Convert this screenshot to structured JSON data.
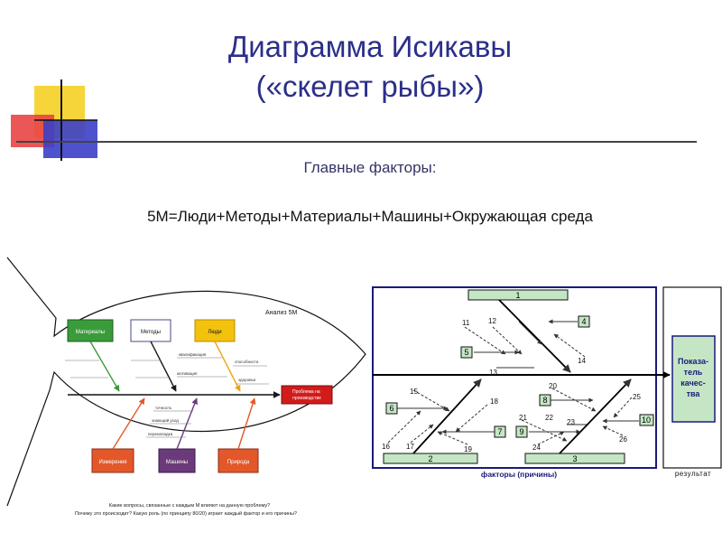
{
  "slide": {
    "title_line1": "Диаграмма Исикавы",
    "title_line2": "(«скелет рыбы»)",
    "subtitle": "Главные факторы:",
    "formula": "5M=Люди+Методы+Материалы+Машины+Окружающая среда"
  },
  "fish": {
    "header": "Анализ 5M",
    "categories_top": [
      "Материалы",
      "Методы",
      "Люди"
    ],
    "categories_bottom": [
      "Измерения",
      "Машины",
      "Природа"
    ],
    "problem": "Проблема на производстве",
    "sub_causes": [
      "квалификация",
      "мотивация",
      "способности",
      "здоровье",
      "точность",
      "знающий уход",
      "переналадка"
    ],
    "question_line1": "Какие вопросы, связанные с каждым М влияют на данную проблему?",
    "question_line2": "Почему это происходит? Какую роль (по принципу 80/20) играет каждый фактор и его причины?"
  },
  "ishikawa": {
    "top_box": "1",
    "bottom_boxes": [
      "2",
      "3"
    ],
    "result_box_lines": [
      "Показа-",
      "тель",
      "качес-",
      "тва"
    ],
    "factors_label": "факторы (причины)",
    "result_label": "результат",
    "boxed_numbers": [
      "4",
      "5",
      "6",
      "7",
      "8",
      "9",
      "10"
    ],
    "plain_numbers": [
      "11",
      "12",
      "13",
      "14",
      "15",
      "16",
      "17",
      "18",
      "19",
      "20",
      "21",
      "22",
      "23",
      "24",
      "25",
      "26"
    ]
  },
  "colors": {
    "title": "#2a2f8a",
    "green": "#3a9b3a",
    "yellow": "#f3c20d",
    "orange": "#e2582b",
    "red": "#d21b1b",
    "navy": "#1a1a7a",
    "box_green": "#c5e6c5"
  }
}
